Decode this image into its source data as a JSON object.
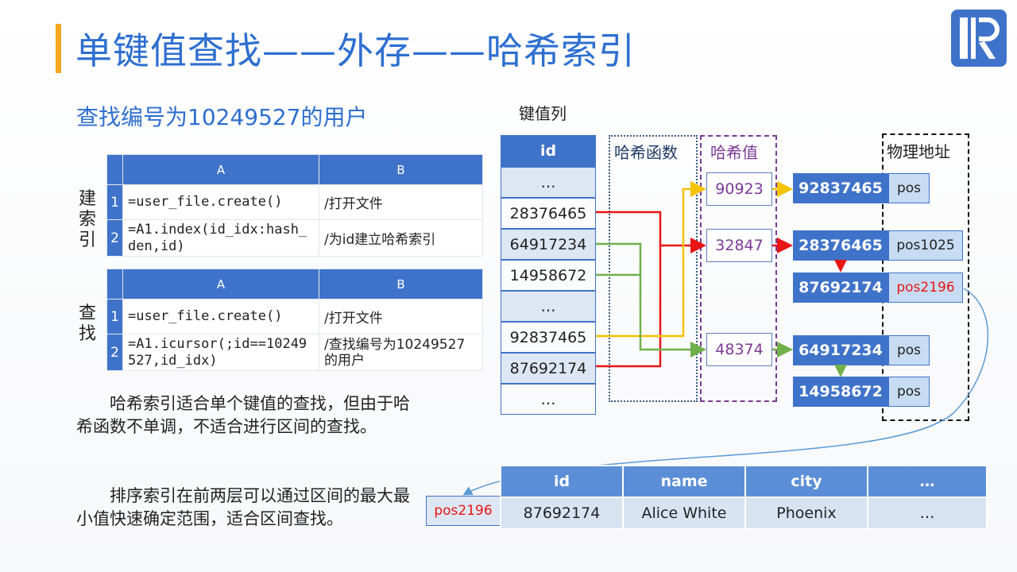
{
  "title": "单键值查找——外存——哈希索引",
  "subtitle": "查找编号为10249527的用户",
  "build_label": "建索引",
  "find_label": "查找",
  "build_table": {
    "col_a": "A",
    "col_b": "B",
    "rows": [
      {
        "num": "1",
        "a": "=user_file.create()",
        "b": "/打开文件"
      },
      {
        "num": "2",
        "a": "=A1.index(id_idx:hash_den,id)",
        "b": "/为id建立哈希索引"
      }
    ]
  },
  "find_table": {
    "col_a": "A",
    "col_b": "B",
    "rows": [
      {
        "num": "1",
        "a": "=user_file.create()",
        "b": "/打开文件"
      },
      {
        "num": "2",
        "a": "=A1.icursor(;id==10249527,id_idx)",
        "b": "/查找编号为10249527的用户"
      }
    ]
  },
  "para1": "哈希索引适合单个键值的查找，但由于哈希函数不单调，不适合进行区间的查找。",
  "para2": "排序索引在前两层可以通过区间的最大最小值快速确定范围，适合区间查找。",
  "diagram": {
    "key_col_label": "键值列",
    "hash_fn_label": "哈希函数",
    "hash_val_label": "哈希值",
    "phys_addr_label": "物理地址",
    "id_header": "id",
    "ids": [
      "…",
      "28376465",
      "64917234",
      "14958672",
      "…",
      "92837465",
      "87692174",
      "…"
    ],
    "hash_values": [
      "90923",
      "32847",
      "48374"
    ],
    "addresses": [
      {
        "key": "92837465",
        "pos": "pos"
      },
      {
        "key": "28376465",
        "pos": "pos1025"
      },
      {
        "key": "87692174",
        "pos": "pos2196"
      },
      {
        "key": "64917234",
        "pos": "pos"
      },
      {
        "key": "14958672",
        "pos": "pos"
      }
    ],
    "pos_ref": "pos2196"
  },
  "result_table": {
    "headers": [
      "id",
      "name",
      "city",
      "…"
    ],
    "row": [
      "87692174",
      "Alice White",
      "Phoenix",
      "…"
    ]
  },
  "colors": {
    "accent": "#f5a623",
    "title": "#2e6fd0",
    "header": "#3f73c9",
    "red": "#e81515",
    "green": "#6fb04a",
    "yellow": "#f5c200",
    "purple": "#7c3a96"
  }
}
